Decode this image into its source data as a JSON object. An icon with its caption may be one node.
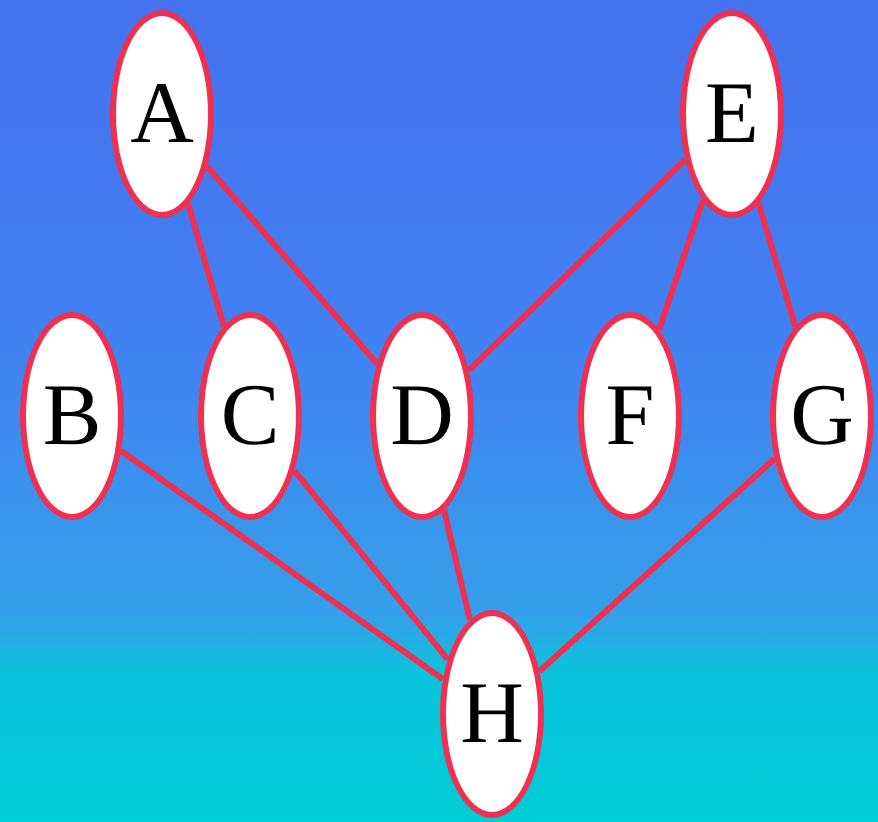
{
  "diagram": {
    "nodes": [
      {
        "text": [
          "A"
        ]
      },
      {
        "text": [
          "E"
        ]
      },
      {
        "text": [
          "B"
        ]
      },
      {
        "text": [
          "C"
        ]
      },
      {
        "text": [
          "D"
        ]
      },
      {
        "text": [
          "F"
        ]
      },
      {
        "text": [
          "G"
        ]
      },
      {
        "text": [
          "H"
        ]
      }
    ],
    "edges": [
      {
        "from": 0,
        "to": 3,
        "arrow": "none"
      },
      {
        "from": 0,
        "to": 4,
        "arrow": "none"
      },
      {
        "from": 1,
        "to": 4,
        "arrow": "none"
      },
      {
        "from": 1,
        "to": 5,
        "arrow": "none"
      },
      {
        "from": 1,
        "to": 6,
        "arrow": "none"
      },
      {
        "from": 2,
        "to": 7,
        "arrow": "none"
      },
      {
        "from": 3,
        "to": 7,
        "arrow": "none"
      },
      {
        "from": 4,
        "to": 7,
        "arrow": "none"
      },
      {
        "from": 6,
        "to": 7,
        "arrow": "none"
      }
    ]
  }
}
